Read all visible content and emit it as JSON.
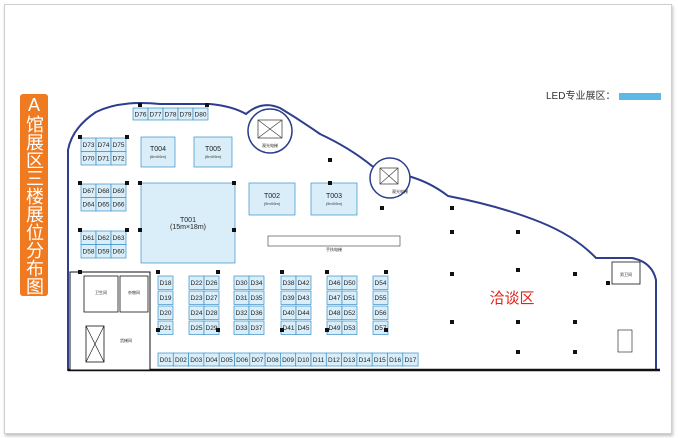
{
  "title": "A馆展区三楼展位分布图",
  "legend": {
    "label": "LED专业展区：",
    "color": "#5db8e6"
  },
  "lounge_label": "洽谈区",
  "colors": {
    "booth_fill": "#d9eef9",
    "booth_stroke": "#3a8fc8",
    "wall": "#2c3e8c",
    "title_bg": "#f07a1f"
  },
  "booths": {
    "top_row": [
      "D76",
      "D77",
      "D78",
      "D79",
      "D80"
    ],
    "left_top": [
      [
        "D73",
        "D74",
        "D75"
      ],
      [
        "D70",
        "D71",
        "D72"
      ]
    ],
    "left_mid": [
      [
        "D67",
        "D68",
        "D69"
      ],
      [
        "D64",
        "D65",
        "D66"
      ]
    ],
    "left_low": [
      [
        "D61",
        "D62",
        "D63"
      ],
      [
        "D58",
        "D59",
        "D60"
      ]
    ],
    "col_a": [
      "D18",
      "D19",
      "D20",
      "D21"
    ],
    "col_b": [
      [
        "D22",
        "D26"
      ],
      [
        "D23",
        "D27"
      ],
      [
        "D24",
        "D28"
      ],
      [
        "D25",
        "D29"
      ]
    ],
    "col_c": [
      [
        "D30",
        "D34"
      ],
      [
        "D31",
        "D35"
      ],
      [
        "D32",
        "D36"
      ],
      [
        "D33",
        "D37"
      ]
    ],
    "col_d": [
      [
        "D38",
        "D42"
      ],
      [
        "D39",
        "D43"
      ],
      [
        "D40",
        "D44"
      ],
      [
        "D41",
        "D45"
      ]
    ],
    "col_e": [
      [
        "D46",
        "D50"
      ],
      [
        "D47",
        "D51"
      ],
      [
        "D48",
        "D52"
      ],
      [
        "D49",
        "D53"
      ]
    ],
    "col_f": [
      "D54",
      "D55",
      "D56",
      "D57"
    ],
    "bottom_row": [
      "D01",
      "D02",
      "D03",
      "D04",
      "D05",
      "D06",
      "D07",
      "D08",
      "D09",
      "D10",
      "D11",
      "D12",
      "D13",
      "D14",
      "D15",
      "D16",
      "D17"
    ]
  },
  "special_booths": [
    {
      "id": "T004",
      "size": "(6mX6m)"
    },
    {
      "id": "T005",
      "size": "(6mX6m)"
    },
    {
      "id": "T002",
      "size": "(9mX6m)"
    },
    {
      "id": "T003",
      "size": "(9mX6m)"
    },
    {
      "id": "T001",
      "size": "(15m×18m)"
    }
  ],
  "facilities": {
    "elevator_1": "观光电梯",
    "elevator_2": "观光电梯",
    "escalator": "手扶电梯",
    "toilet": "卫生间",
    "storage": "杂物间",
    "lift": "货梯间",
    "restroom_right": "男卫间"
  }
}
